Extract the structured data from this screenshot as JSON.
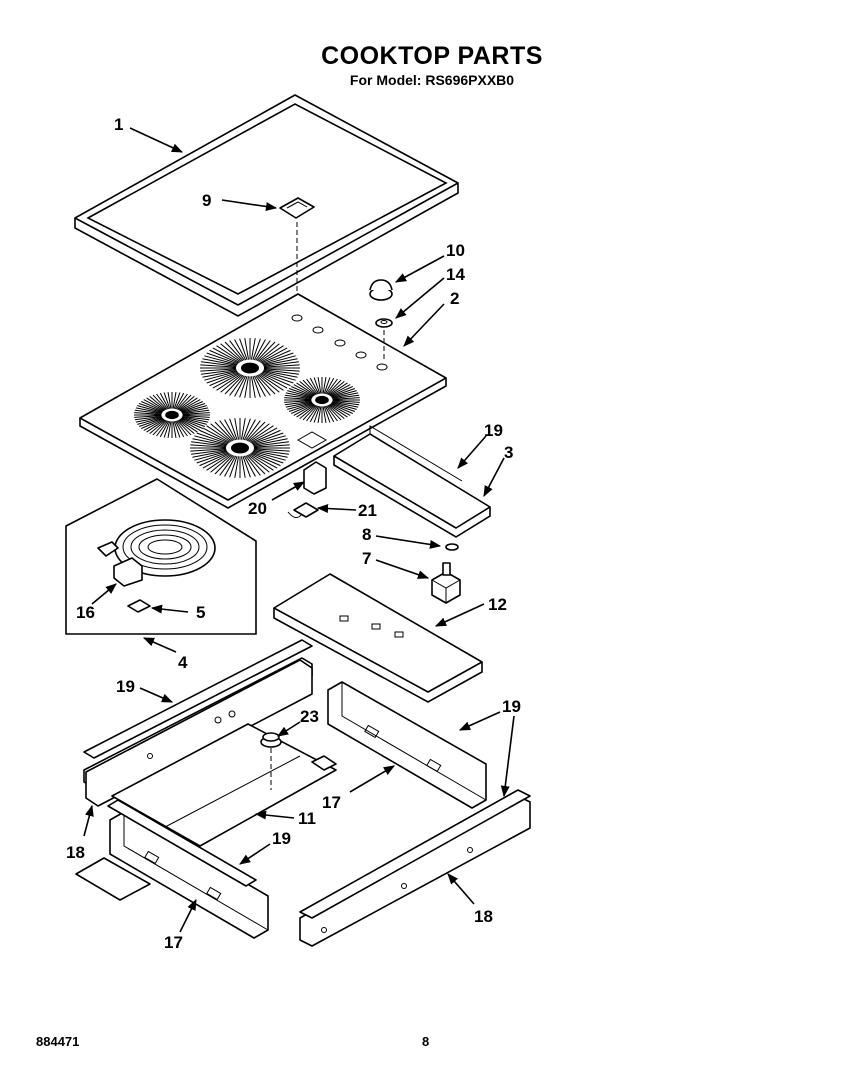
{
  "header": {
    "title": "COOKTOP PARTS",
    "subtitle": "For Model: RS696PXXB0"
  },
  "footer": {
    "left": "884471",
    "right": "8"
  },
  "callouts": [
    {
      "id": "c1",
      "label": "1"
    },
    {
      "id": "c9",
      "label": "9"
    },
    {
      "id": "c10",
      "label": "10"
    },
    {
      "id": "c14",
      "label": "14"
    },
    {
      "id": "c2",
      "label": "2"
    },
    {
      "id": "c19a",
      "label": "19"
    },
    {
      "id": "c3",
      "label": "3"
    },
    {
      "id": "c20",
      "label": "20"
    },
    {
      "id": "c21",
      "label": "21"
    },
    {
      "id": "c8",
      "label": "8"
    },
    {
      "id": "c7",
      "label": "7"
    },
    {
      "id": "c16",
      "label": "16"
    },
    {
      "id": "c5",
      "label": "5"
    },
    {
      "id": "c4",
      "label": "4"
    },
    {
      "id": "c12",
      "label": "12"
    },
    {
      "id": "c19b",
      "label": "19"
    },
    {
      "id": "c23",
      "label": "23"
    },
    {
      "id": "c19c",
      "label": "19"
    },
    {
      "id": "c17a",
      "label": "17"
    },
    {
      "id": "c11",
      "label": "11"
    },
    {
      "id": "c18a",
      "label": "18"
    },
    {
      "id": "c19d",
      "label": "19"
    },
    {
      "id": "c17b",
      "label": "17"
    },
    {
      "id": "c18b",
      "label": "18"
    }
  ]
}
